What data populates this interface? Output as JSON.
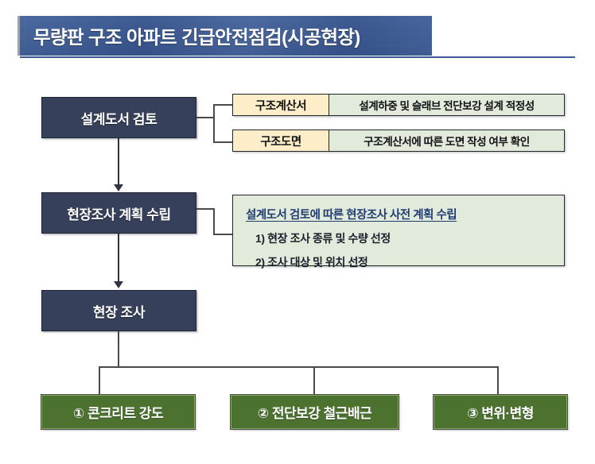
{
  "header": {
    "title": "무량판 구조 아파트 긴급안전점검(시공현장)",
    "band_color": "#3a5a96",
    "rule_color": "#3a5a96"
  },
  "flow": {
    "steps": [
      {
        "id": "step-1",
        "label": "설계도서 검토"
      },
      {
        "id": "step-2",
        "label": "현장조사 계획 수립"
      },
      {
        "id": "step-3",
        "label": "현장 조사"
      }
    ],
    "step1_details": [
      {
        "category": "구조계산서",
        "description": "설계하중 및 슬래브 전단보강 설계 적정성"
      },
      {
        "category": "구조도면",
        "description": "구조계산서에 따른 도면 작성 여부 확인"
      }
    ],
    "step2_panel": {
      "heading": "설계도서 검토에 따른 현장조사 사전 계획 수립",
      "items": [
        "1) 현장 조사 종류 및 수량 선정",
        "2) 조사 대상 및 위치 선정"
      ]
    },
    "step3_outputs": [
      {
        "id": "output-1",
        "label": "① 콘크리트 강도"
      },
      {
        "id": "output-2",
        "label": "② 전단보강 철근배근"
      },
      {
        "id": "output-3",
        "label": "③ 변위·변형"
      }
    ]
  },
  "colors": {
    "navy_box": "#36405a",
    "yellow_box": "#fdeec9",
    "mint_box": "#e2ebdb",
    "green_box": "#4c7230",
    "heading_text": "#1f3c72"
  }
}
